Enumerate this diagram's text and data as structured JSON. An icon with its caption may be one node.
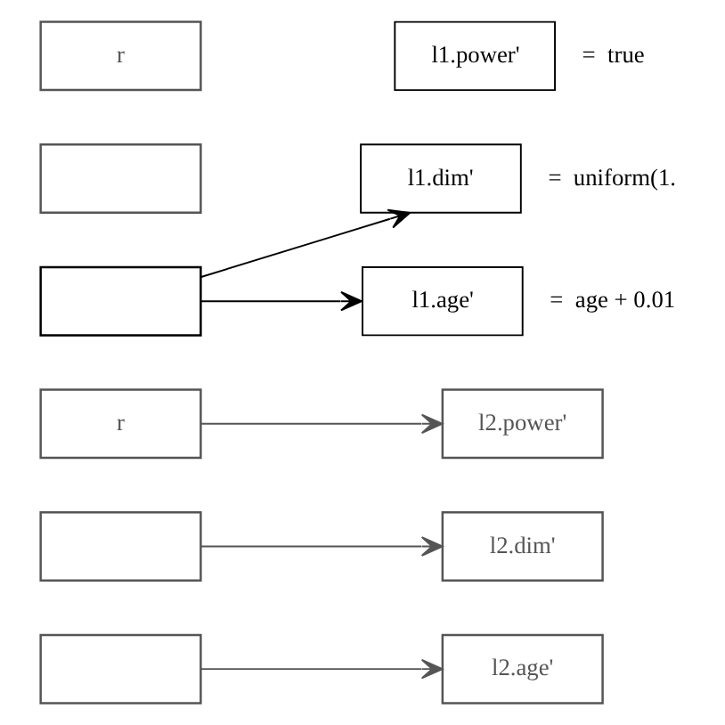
{
  "diagram": {
    "nodes": [
      {
        "text": [
          "r"
        ]
      },
      {
        "text": [],
        "shape": "box"
      },
      {
        "text": [],
        "shape": "box"
      },
      {
        "text": [
          "r"
        ]
      },
      {
        "text": [],
        "shape": "box"
      },
      {
        "text": [],
        "shape": "box"
      },
      {
        "text": [
          "l1.power'"
        ],
        "beside": [
          "=  true"
        ]
      },
      {
        "text": [
          "l1.dim'"
        ],
        "beside": [
          "=  uniform(1."
        ]
      },
      {
        "text": [
          "l1.age'"
        ],
        "beside": [
          "=  age + 0.01"
        ]
      },
      {
        "text": [
          "l2.power'"
        ]
      },
      {
        "text": [
          "l2.dim'"
        ]
      },
      {
        "text": [
          "l2.age'"
        ]
      }
    ],
    "edges": [
      {
        "from": 2,
        "to": 7,
        "arrow": "to",
        "color": "#000000"
      },
      {
        "from": 2,
        "to": 8,
        "arrow": "to",
        "color": "#000000"
      },
      {
        "from": 3,
        "to": 9,
        "arrow": "to"
      },
      {
        "from": 4,
        "to": 10,
        "arrow": "to"
      },
      {
        "from": 5,
        "to": 11,
        "arrow": "to"
      }
    ]
  }
}
